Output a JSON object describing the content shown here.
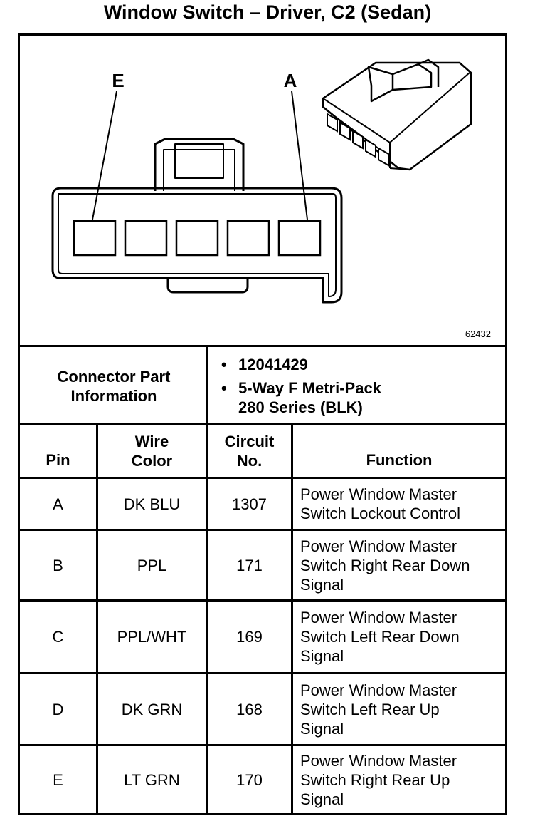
{
  "title": "Window Switch – Driver, C2 (Sedan)",
  "diagram": {
    "figure_id": "62432",
    "pin_labels": [
      "E",
      "A"
    ]
  },
  "connector_info": {
    "label_line1": "Connector Part",
    "label_line2": "Information",
    "items": [
      "12041429",
      "5-Way F Metri-Pack 280 Series (BLK)"
    ],
    "item2_line1": "5-Way F Metri-Pack",
    "item2_line2": "280 Series (BLK)"
  },
  "table": {
    "headers": {
      "pin": "Pin",
      "wire_color_1": "Wire",
      "wire_color_2": "Color",
      "circuit_1": "Circuit",
      "circuit_2": "No.",
      "function": "Function"
    },
    "rows": [
      {
        "pin": "A",
        "wire_color": "DK BLU",
        "circuit": "1307",
        "function_lines": [
          "Power Window Master",
          "Switch Lockout Control"
        ]
      },
      {
        "pin": "B",
        "wire_color": "PPL",
        "circuit": "171",
        "function_lines": [
          "Power Window Master",
          "Switch Right Rear Down",
          "Signal"
        ]
      },
      {
        "pin": "C",
        "wire_color": "PPL/WHT",
        "circuit": "169",
        "function_lines": [
          "Power Window Master",
          "Switch Left Rear Down",
          "Signal"
        ]
      },
      {
        "pin": "D",
        "wire_color": "DK GRN",
        "circuit": "168",
        "function_lines": [
          "Power Window Master",
          "Switch Left Rear Up",
          "Signal"
        ]
      },
      {
        "pin": "E",
        "wire_color": "LT GRN",
        "circuit": "170",
        "function_lines": [
          "Power Window Master",
          "Switch Right Rear Up",
          "Signal"
        ]
      }
    ]
  }
}
